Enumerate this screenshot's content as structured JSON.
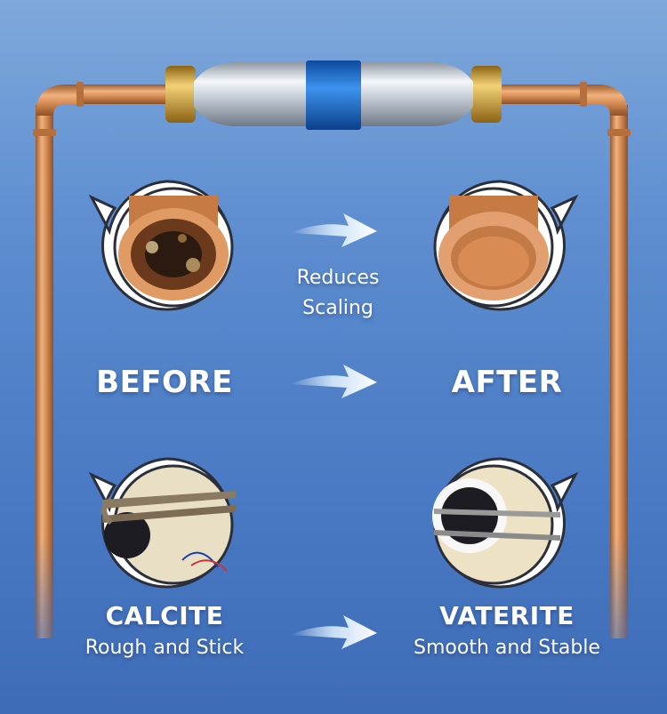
{
  "center_caption": {
    "line1": "Reduces",
    "line2": "Scaling"
  },
  "before_label": "BEFORE",
  "after_label": "AFTER",
  "calcite": {
    "title": "CALCITE",
    "subtitle": "Rough and Stick"
  },
  "vaterite": {
    "title": "VATERITE",
    "subtitle": "Smooth and Stable"
  },
  "colors": {
    "background_top": "#7fa9dc",
    "background_bottom": "#3e6cb8",
    "copper": "#c9824a",
    "device_band": "#1f6fd1",
    "brass": "#d8ad3f"
  },
  "icons": [
    "arrow-right-icon",
    "pipe-before-icon",
    "pipe-after-icon",
    "element-calcite-icon",
    "element-vaterite-icon",
    "descaler-device-icon"
  ]
}
